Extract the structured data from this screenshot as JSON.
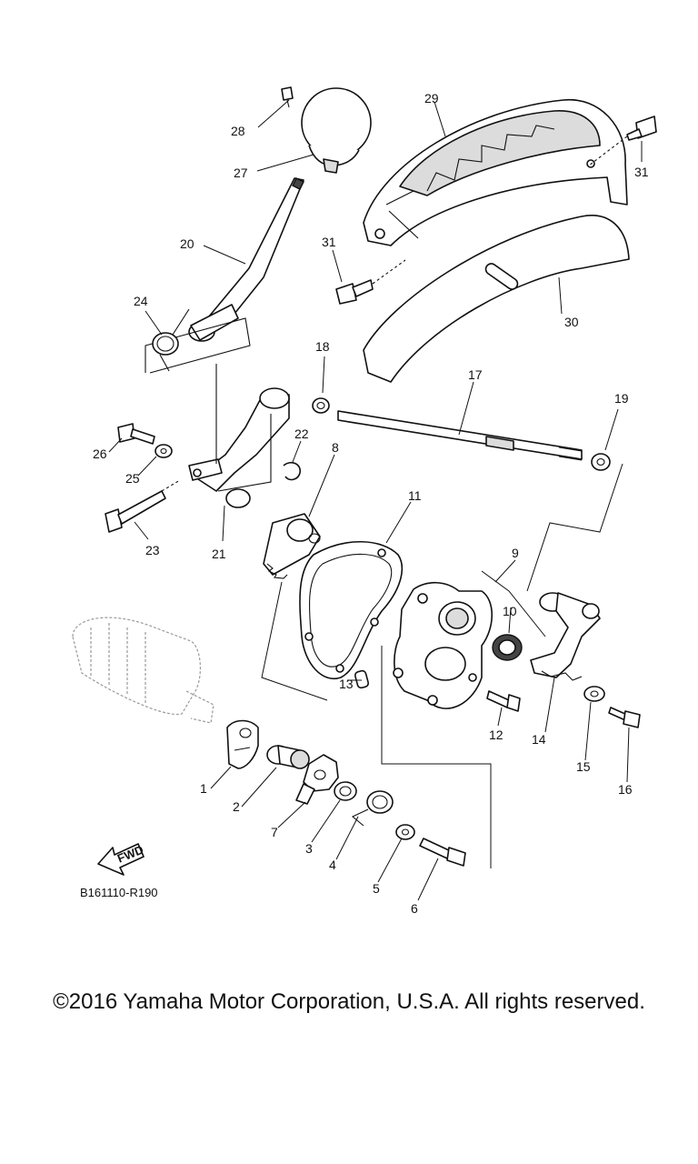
{
  "diagram": {
    "fwd_label": "FWD",
    "reference_code": "B161110-R190",
    "callouts": [
      "1",
      "2",
      "3",
      "4",
      "5",
      "6",
      "7",
      "8",
      "9",
      "10",
      "11",
      "12",
      "13",
      "14",
      "15",
      "16",
      "17",
      "18",
      "19",
      "20",
      "21",
      "22",
      "23",
      "24",
      "25",
      "26",
      "27",
      "28",
      "29",
      "30",
      "31",
      "31"
    ]
  },
  "footer": {
    "copyright": "©2016 Yamaha Motor Corporation, U.S.A. All rights reserved."
  }
}
